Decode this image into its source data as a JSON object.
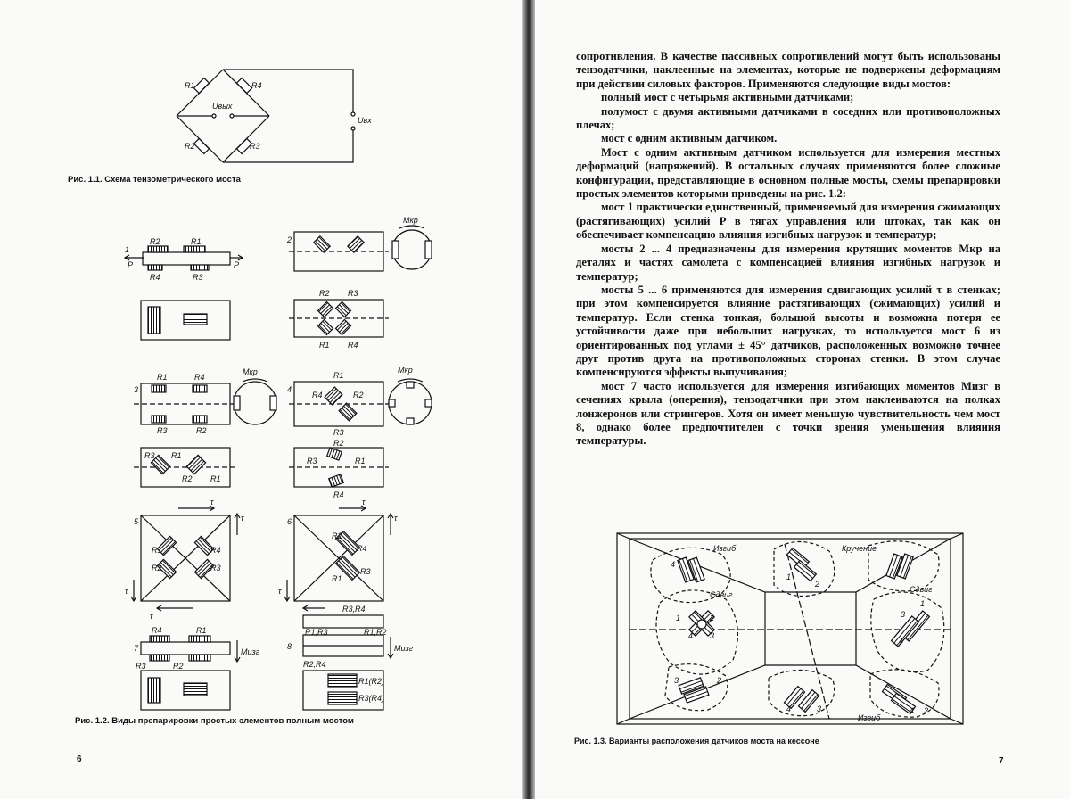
{
  "left_page": {
    "fig1_caption": "Рис. 1.1. Схема  тензометрического  моста",
    "fig1_labels": {
      "r1": "R1",
      "r2": "R2",
      "r3": "R3",
      "r4": "R4",
      "uvyh": "Uвых",
      "uvh": "Uвх"
    },
    "fig2_caption": "Рис. 1.2. Виды препарировки простых элементов полным мостом",
    "fig2_labels": {
      "n1": "1",
      "n2": "2",
      "n3": "3",
      "n4": "4",
      "n5": "5",
      "n6": "6",
      "n7": "7",
      "n8": "8",
      "p": "P",
      "mkr": "Mкр",
      "mizg": "Mизг",
      "tau": "τ",
      "r1": "R1",
      "r2": "R2",
      "r3": "R3",
      "r4": "R4",
      "r3r4": "R3,R4",
      "r1r3": "R1,R3",
      "r1r2": "R1,R2",
      "r2r4": "R2,R4",
      "r1r2b": "R1(R2)",
      "r3r4b": "R3(R4)"
    },
    "page_number": "6"
  },
  "right_page": {
    "paragraphs": [
      {
        "text": "сопротивления. В качестве пассивных сопротивлений могут быть использованы тензодатчики, наклеенные на элементах, которые не подвержены деформациям при действии силовых факторов. Применяются следующие виды мостов:",
        "indent": false
      },
      {
        "text": "полный мост с четырьмя активными датчиками;",
        "indent": true
      },
      {
        "text": "полумост с двумя активными датчиками в соседних или противоположных плечах;",
        "indent": true
      },
      {
        "text": "мост с одним активным датчиком.",
        "indent": true
      },
      {
        "text": "Мост с одним активным датчиком используется для измерения местных деформаций (напряжений). В остальных случаях применяются более сложные конфигурации, представляющие в основном полные мосты, схемы препарировки простых элементов которыми приведены на рис. 1.2:",
        "indent": true
      },
      {
        "text": "мост 1 практически единственный, применяемый для измерения сжимающих (растягивающих) усилий P в тягах управления или штоках, так как он обеспечивает компенсацию влияния изгибных нагрузок и температур;",
        "indent": true
      },
      {
        "text": "мосты 2 ... 4 предназначены для измерения крутящих моментов Mкр на деталях и частях самолета с компенсацией влияния изгибных нагрузок и температур;",
        "indent": true
      },
      {
        "text": "мосты 5 ... 6 применяются для измерения сдвигающих усилий τ в стенках; при этом компенсируется влияние растягивающих (сжимающих) усилий и температур. Если стенка тонкая, большой высоты и возможна потеря ее устойчивости даже при небольших нагрузках, то используется мост 6 из ориентированных под углами ± 45° датчиков, расположенных возможно точнее друг против друга на противоположных сторонах стенки. В этом случае компенсируются эффекты выпучивания;",
        "indent": true
      },
      {
        "text": "мост 7 часто используется для измерения изгибающих моментов Mизг в сечениях крыла (оперения), тензодатчики при этом наклеиваются на полках лонжеронов или стрингеров. Хотя он имеет меньшую чувствительность чем мост 8, однако более предпочтителен с точки зрения уменьшения влияния температуры.",
        "indent": true
      }
    ],
    "fig3_labels": {
      "izgib": "Изгиб",
      "kruchenie": "Кручение",
      "sdvig": "Сдвиг",
      "d1": "1",
      "d2": "2",
      "d3": "3",
      "d4": "4"
    },
    "fig3_caption": "Рис. 1.3. Варианты расположения датчиков моста на кессоне",
    "page_number": "7"
  }
}
